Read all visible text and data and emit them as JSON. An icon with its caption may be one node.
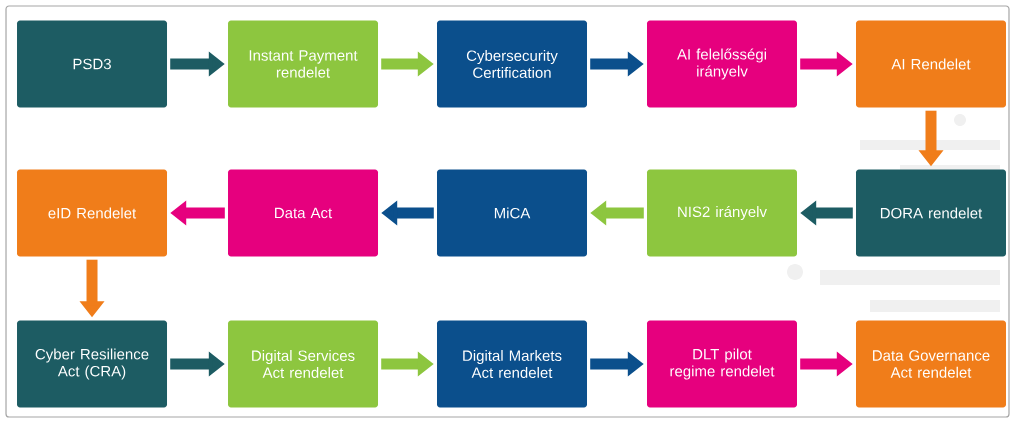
{
  "diagram": {
    "nodes": [
      {
        "text": [
          "PSD3"
        ]
      },
      {
        "text": [
          "Instant Payment rendelet"
        ]
      },
      {
        "text": [
          "Cybersecurity Certification"
        ]
      },
      {
        "text": [
          "AI felelősségi irányelv"
        ]
      },
      {
        "text": [
          "AI Rendelet"
        ]
      },
      {
        "text": [
          "DORA rendelet"
        ]
      },
      {
        "text": [
          "NIS2 irányelv"
        ]
      },
      {
        "text": [
          "MiCA"
        ]
      },
      {
        "text": [
          "Data Act"
        ]
      },
      {
        "text": [
          "eID Rendelet"
        ]
      },
      {
        "text": [
          "Cyber Resilience Act (CRA)"
        ]
      },
      {
        "text": [
          "Digital Services Act rendelet"
        ]
      },
      {
        "text": [
          "Digital Markets Act rendelet"
        ]
      },
      {
        "text": [
          "DLT pilot regime rendelet"
        ]
      },
      {
        "text": [
          "Data Governance Act rendelet"
        ]
      }
    ],
    "edges": [
      {
        "from": 0,
        "to": 1,
        "arrow": "to",
        "color": "#1d5c63"
      },
      {
        "from": 1,
        "to": 2,
        "arrow": "to",
        "color": "#8dc63f"
      },
      {
        "from": 2,
        "to": 3,
        "arrow": "to",
        "color": "#0b4f8c"
      },
      {
        "from": 3,
        "to": 4,
        "arrow": "to",
        "color": "#e6007e"
      },
      {
        "from": 4,
        "to": 5,
        "arrow": "to",
        "color": "#f07d1a"
      },
      {
        "from": 5,
        "to": 6,
        "arrow": "to",
        "color": "#1d5c63"
      },
      {
        "from": 6,
        "to": 7,
        "arrow": "to",
        "color": "#8dc63f"
      },
      {
        "from": 7,
        "to": 8,
        "arrow": "to",
        "color": "#0b4f8c"
      },
      {
        "from": 8,
        "to": 9,
        "arrow": "to",
        "color": "#e6007e"
      },
      {
        "from": 9,
        "to": 10,
        "arrow": "to",
        "color": "#f07d1a"
      },
      {
        "from": 10,
        "to": 11,
        "arrow": "to",
        "color": "#1d5c63"
      },
      {
        "from": 11,
        "to": 12,
        "arrow": "to",
        "color": "#8dc63f"
      },
      {
        "from": 12,
        "to": 13,
        "arrow": "to",
        "color": "#0b4f8c"
      },
      {
        "from": 13,
        "to": 14,
        "arrow": "to",
        "color": "#e6007e"
      }
    ]
  }
}
